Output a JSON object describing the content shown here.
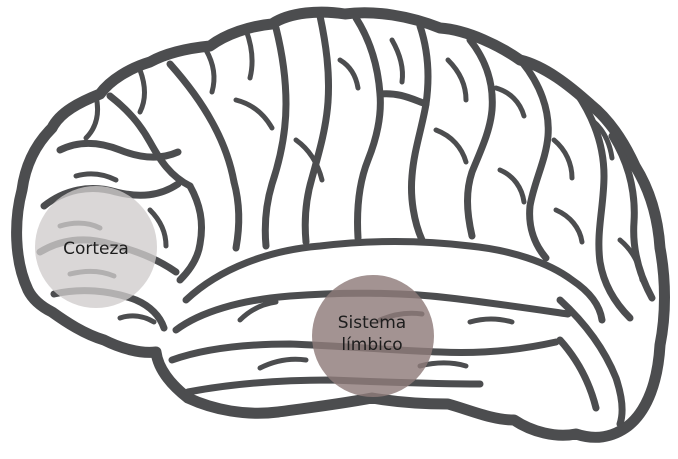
{
  "diagram": {
    "regions": {
      "cortex": {
        "label": "Corteza",
        "color": "#cfcccc"
      },
      "limbic": {
        "label_line1": "Sistema",
        "label_line2": "límbico",
        "color": "#8f7b7a"
      }
    },
    "outline_color": "#4c4d4f"
  }
}
